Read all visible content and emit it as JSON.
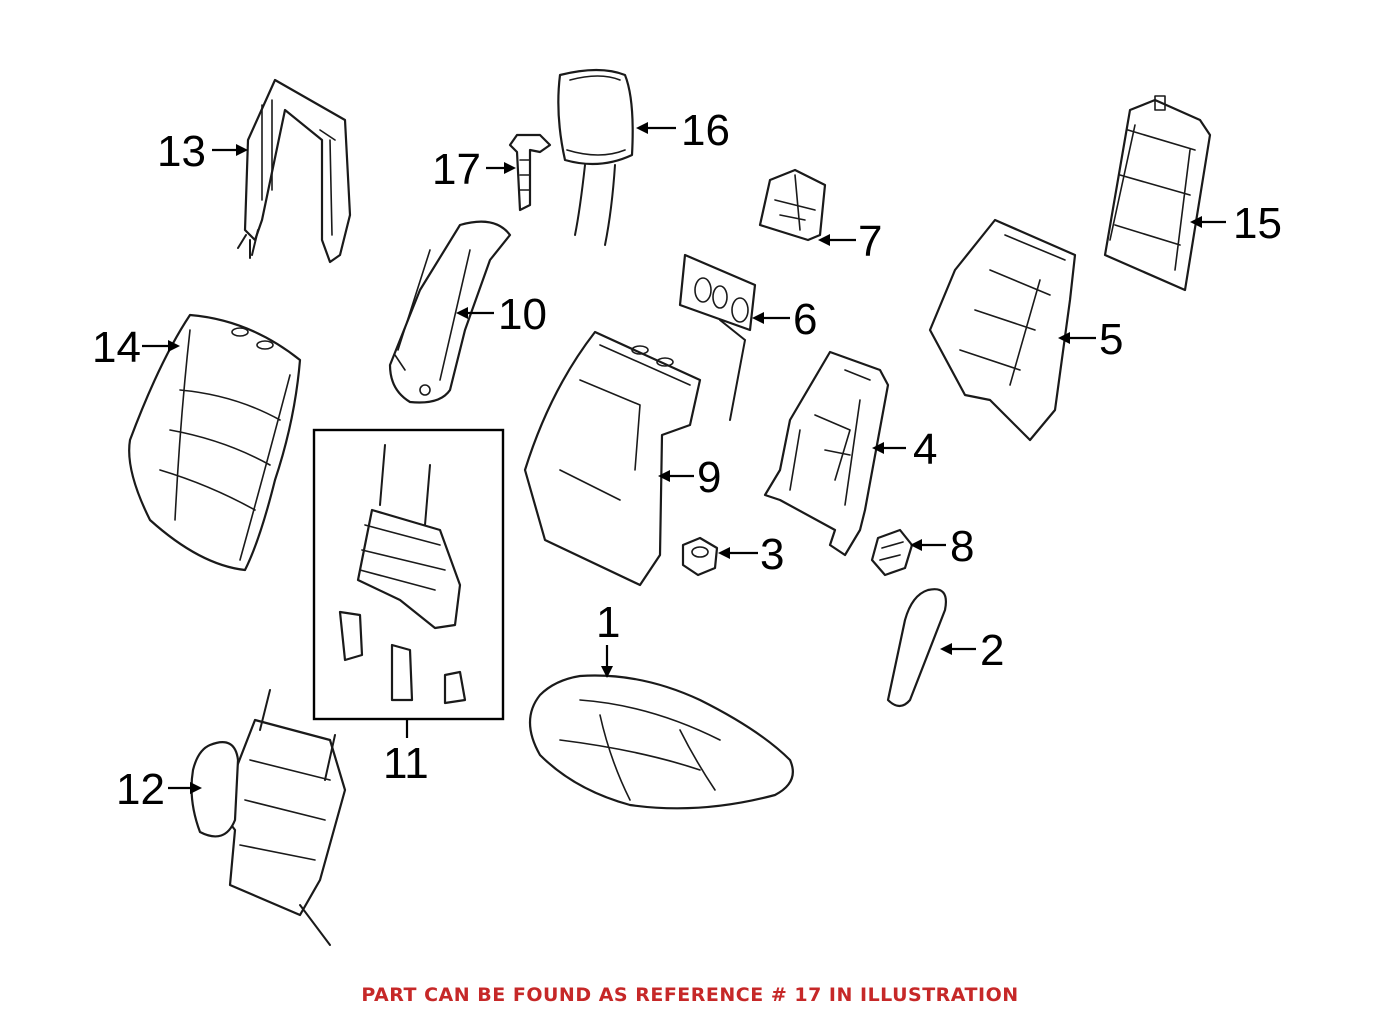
{
  "callouts": {
    "c1": "1",
    "c2": "2",
    "c3": "3",
    "c4": "4",
    "c5": "5",
    "c6": "6",
    "c7": "7",
    "c8": "8",
    "c9": "9",
    "c10": "10",
    "c11": "11",
    "c12": "12",
    "c13": "13",
    "c14": "14",
    "c15": "15",
    "c16": "16",
    "c17": "17"
  },
  "footer_note": "PART CAN BE FOUND AS REFERENCE # 17 IN ILLUSTRATION",
  "colors": {
    "note": "#c62828",
    "lines": "#1a1a1a",
    "background": "#ffffff"
  }
}
